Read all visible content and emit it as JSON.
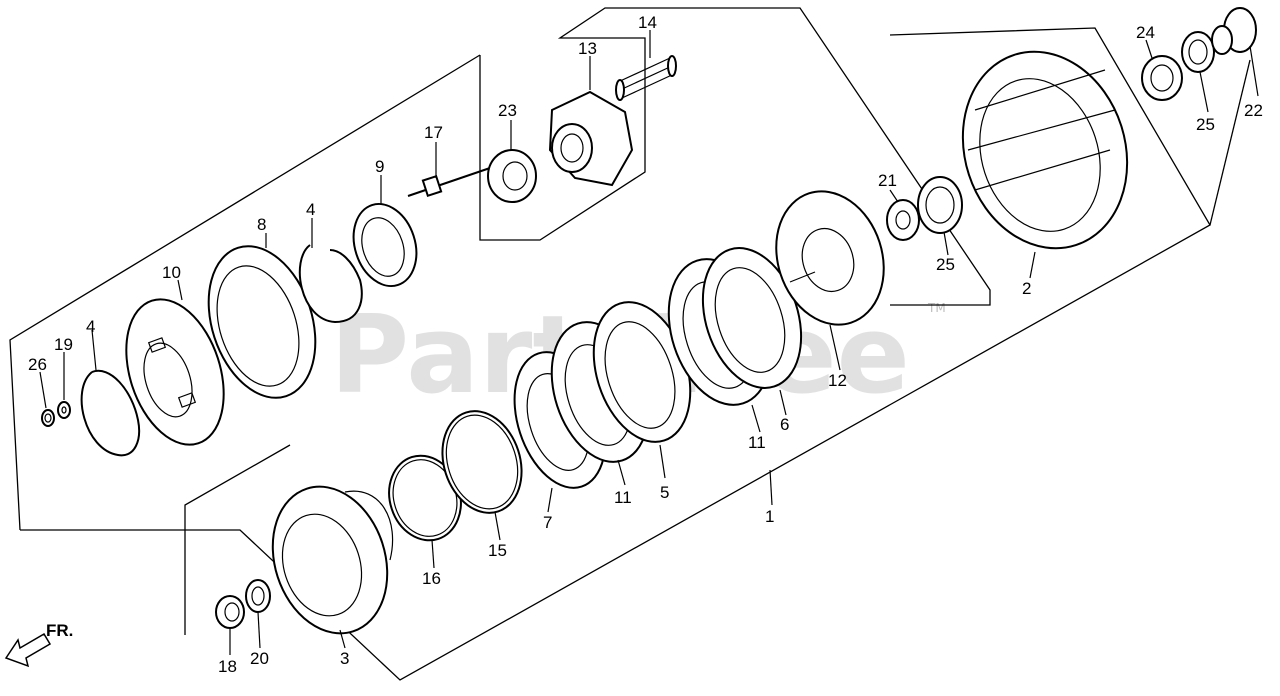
{
  "watermark": {
    "text": "PartsTree",
    "tm": "TM"
  },
  "orientation": {
    "label": "FR."
  },
  "labels": {
    "l1": "1",
    "l2": "2",
    "l3": "3",
    "l4a": "4",
    "l4b": "4",
    "l5": "5",
    "l6": "6",
    "l7": "7",
    "l8": "8",
    "l9": "9",
    "l10": "10",
    "l11a": "11",
    "l11b": "11",
    "l12": "12",
    "l13": "13",
    "l14": "14",
    "l15": "15",
    "l16": "16",
    "l17": "17",
    "l18": "18",
    "l19": "19",
    "l20": "20",
    "l21": "21",
    "l22": "22",
    "l23": "23",
    "l24": "24",
    "l25a": "25",
    "l25b": "25",
    "l26": "26"
  }
}
